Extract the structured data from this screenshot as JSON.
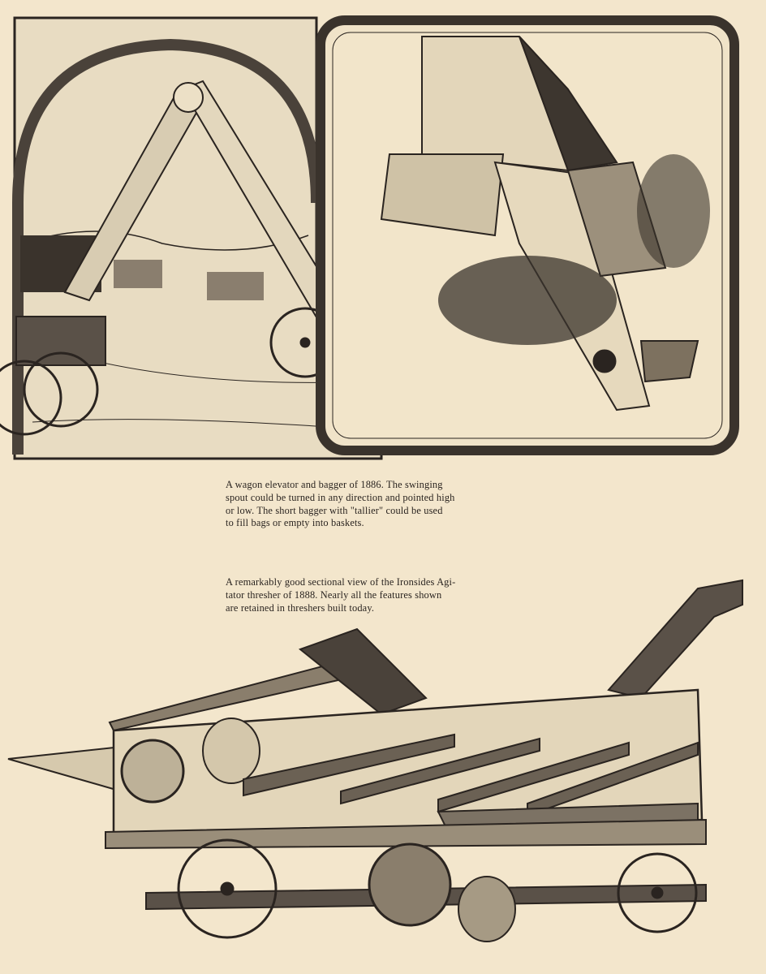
{
  "captions": [
    {
      "lines": [
        "A wagon elevator and bagger of 1886.  The swinging",
        "spout could be turned in any direction and pointed high",
        "or low.  The short bagger with \"tallier\" could be used",
        "to fill bags or empty into baskets."
      ]
    },
    {
      "lines": [
        "A remarkably good sectional view of the Ironsides Agi-",
        "tator thresher of 1888.  Nearly all the features shown",
        "are retained in threshers built today."
      ]
    }
  ],
  "colors": {
    "paper": "#f3e6cc",
    "ink": "#2a2420"
  }
}
